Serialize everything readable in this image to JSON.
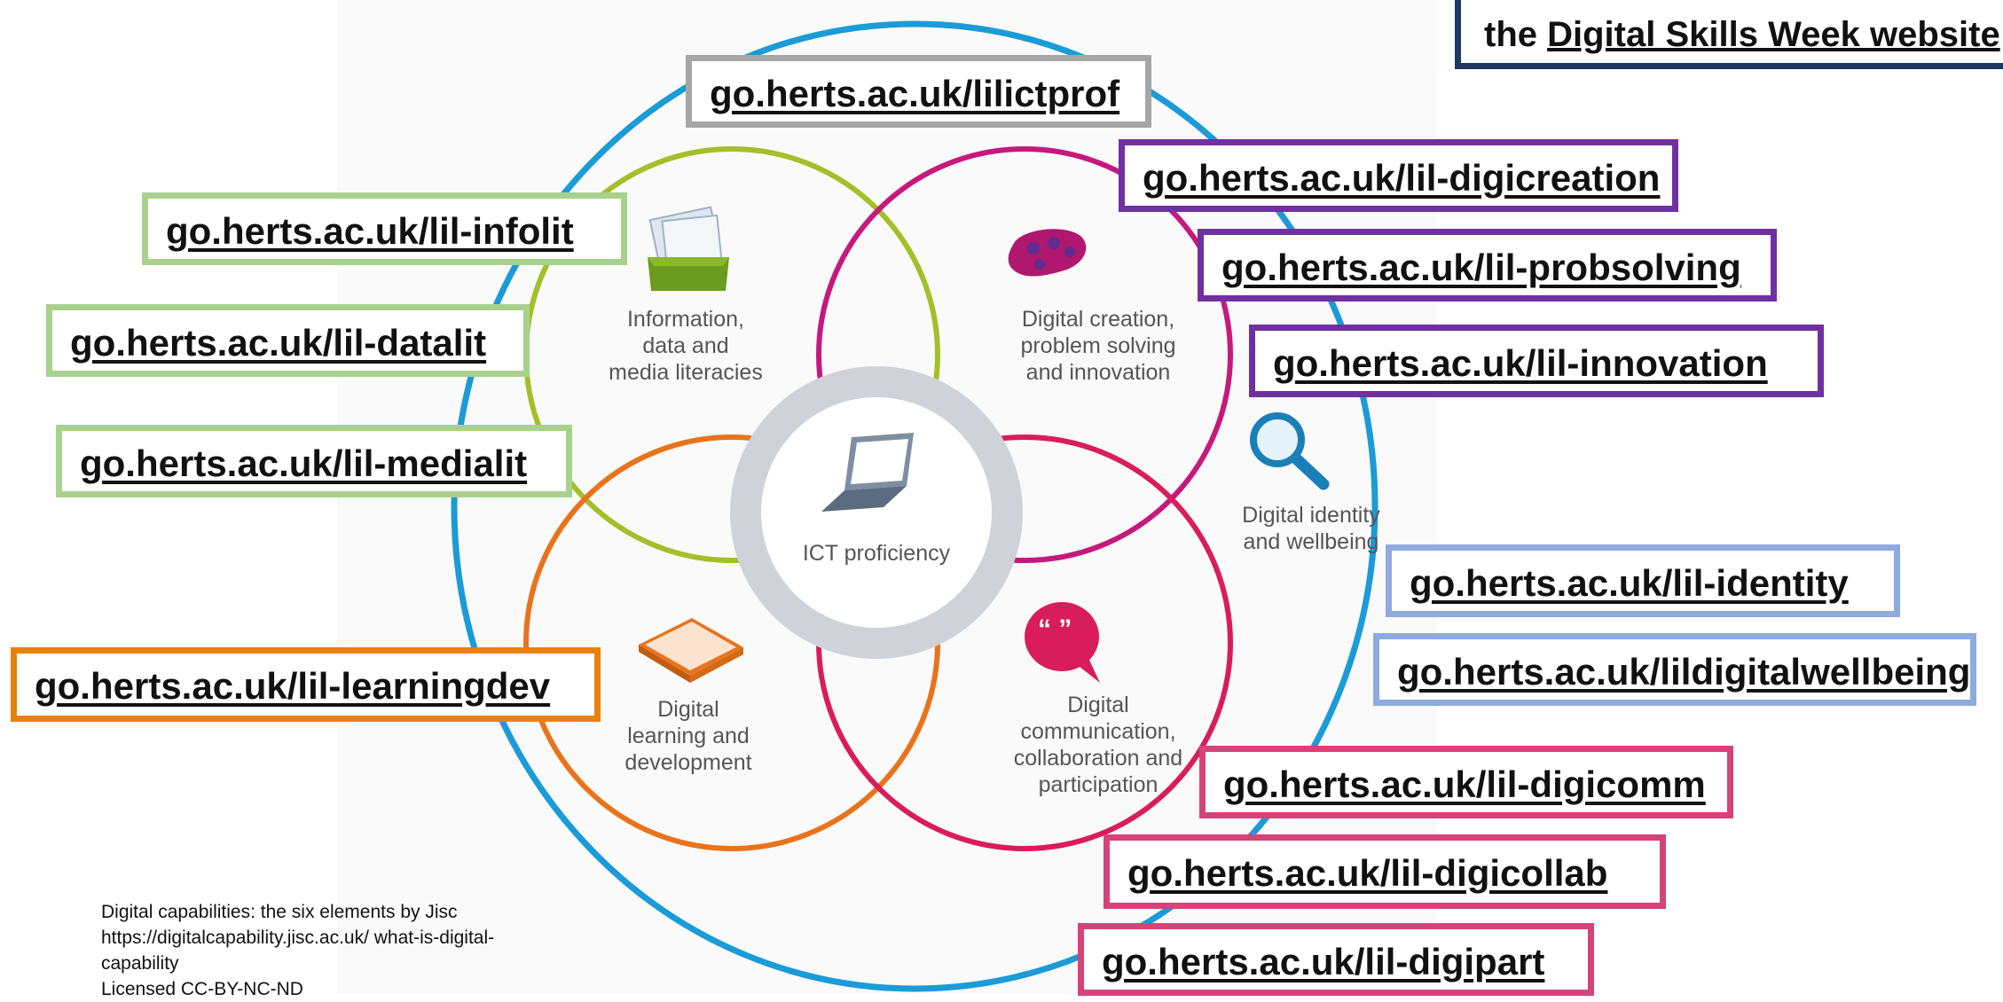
{
  "top_note": {
    "prefix": "the",
    "link": "Digital Skills Week website"
  },
  "diagram": {
    "center_label": "ICT proficiency",
    "elements": {
      "information": [
        "Information,",
        "data and",
        "media literacies"
      ],
      "creation": [
        "Digital creation,",
        "problem solving",
        "and innovation"
      ],
      "identity": [
        "Digital identity",
        "and wellbeing"
      ],
      "learning": [
        "Digital",
        "learning and",
        "development"
      ],
      "communication": [
        "Digital",
        "communication,",
        "collaboration and",
        "participation"
      ]
    },
    "colors": {
      "outer_ring": "#1b9bd7",
      "information": "#a3bf2a",
      "creation": "#c5197d",
      "learning": "#e9731c",
      "communication": "#d91c5c",
      "center_ring": "#cfd3d9"
    }
  },
  "links": {
    "ictprof": "go.herts.ac.uk/lilictprof",
    "infolit": "go.herts.ac.uk/lil-infolit",
    "datalit": "go.herts.ac.uk/lil-datalit",
    "medialit": "go.herts.ac.uk/lil-medialit",
    "learningdev": "go.herts.ac.uk/lil-learningdev",
    "digicreation": "go.herts.ac.uk/lil-digicreation",
    "probsolving": "go.herts.ac.uk/lil-probsolving",
    "innovation": "go.herts.ac.uk/lil-innovation",
    "identity": "go.herts.ac.uk/lil-identity",
    "wellbeing": "go.herts.ac.uk/lildigitalwellbeing",
    "digicomm": "go.herts.ac.uk/lil-digicomm",
    "digicollab": "go.herts.ac.uk/lil-digicollab",
    "digipart": "go.herts.ac.uk/lil-digipart"
  },
  "source_note": {
    "line1": "Digital capabilities: the six elements by Jisc",
    "line2": "https://digitalcapability.jisc.ac.uk/ what-is-digital-",
    "line3": "capability",
    "line4": "Licensed CC-BY-NC-ND"
  }
}
